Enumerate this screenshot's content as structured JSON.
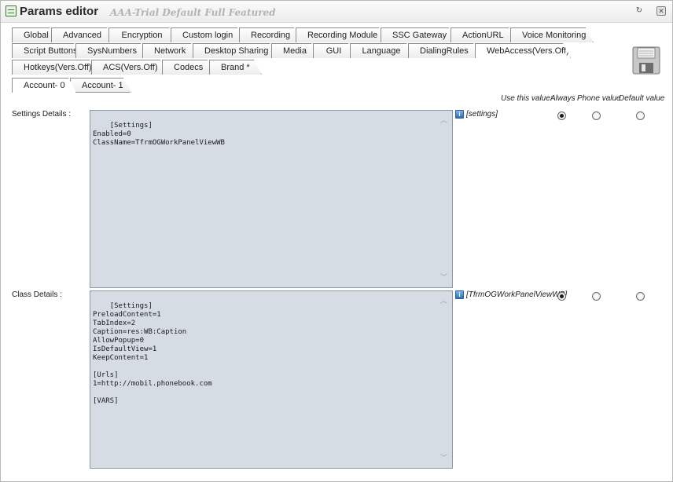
{
  "window": {
    "title": "Params editor",
    "subtitle": "AAA-Trial Default Full Featured",
    "refresh_glyph": "↻",
    "close_glyph": "✕"
  },
  "tabs": {
    "row1": [
      "Global",
      "Advanced",
      "Encryption",
      "Custom login",
      "Recording",
      "Recording Module",
      "SSC Gateway",
      "ActionURL",
      "Voice Monitoring"
    ],
    "row2": [
      "Script Buttons",
      "SysNumbers",
      "Network",
      "Desktop Sharing",
      "Media",
      "GUI",
      "Language",
      "DialingRules",
      "WebAccess(Vers.Off)"
    ],
    "row3": [
      "Hotkeys(Vers.Off)",
      "ACS(Vers.Off)",
      "Codecs",
      "Brand *"
    ],
    "accounts": [
      "Account- 0",
      "Account- 1"
    ],
    "active_main": "WebAccess(Vers.Off)"
  },
  "use_value": {
    "label": "Use this value:",
    "options": [
      "Always",
      "Phone value",
      "Default value"
    ]
  },
  "settings": {
    "label": "Settings Details :",
    "text": "[Settings]\nEnabled=0\nClassName=TfrmOGWorkPanelViewWB",
    "value_link": "[settings]",
    "selected": "Always"
  },
  "class": {
    "label": "Class Details :",
    "text": "[Settings]\nPreloadContent=1\nTabIndex=2\nCaption=res:WB:Caption\nAllowPopup=0\nIsDefaultView=1\nKeepContent=1\n\n[Urls]\n1=http://mobil.phonebook.com\n\n[VARS]",
    "value_link": "[TfrmOGWorkPanelViewWB]",
    "selected": "Always"
  },
  "icons": {
    "info": "i",
    "scroll_up": "︿",
    "scroll_down": "﹀"
  },
  "colors": {
    "textbox_bg": "#d6dce4",
    "save_icon": "#c8c8c8"
  }
}
